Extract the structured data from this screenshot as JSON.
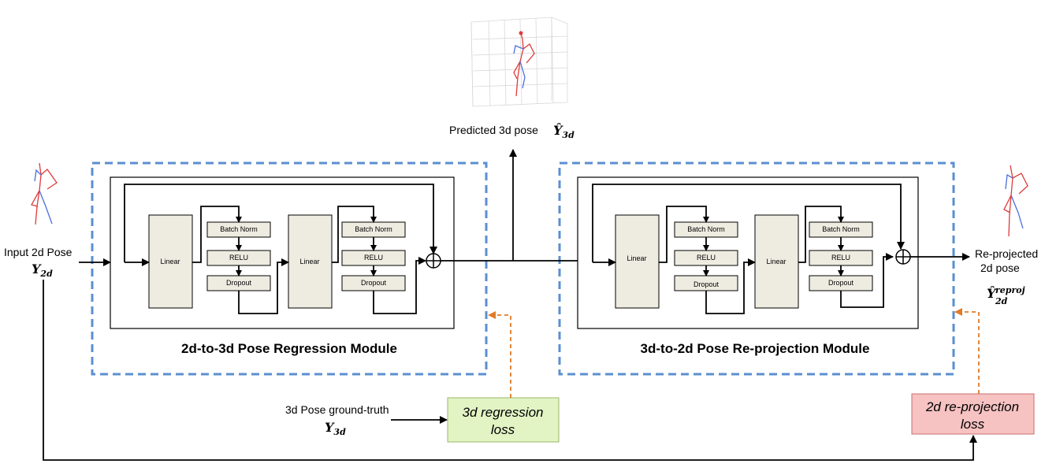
{
  "input": {
    "label": "Input 2d Pose",
    "symbol": "Y",
    "subscript": "2d"
  },
  "predicted": {
    "label": "Predicted 3d pose",
    "symbol": "Ŷ",
    "subscript": "3d"
  },
  "reprojected": {
    "label_line1": "Re-projected",
    "label_line2": "2d pose",
    "symbol": "Ŷ",
    "subscript": "2d",
    "superscript": "reproj"
  },
  "ground_truth": {
    "label": "3d Pose ground-truth",
    "symbol": "Y",
    "subscript": "3d"
  },
  "module1": {
    "title": "2d-to-3d Pose Regression Module",
    "linear_a": "Linear",
    "linear_b": "Linear",
    "block1": {
      "bn": "Batch Norm",
      "relu": "RELU",
      "dropout": "Dropout"
    },
    "block2": {
      "bn": "Batch Norm",
      "relu": "RELU",
      "dropout": "Dropout"
    }
  },
  "module2": {
    "title": "3d-to-2d Pose Re-projection Module",
    "linear_a": "Linear",
    "linear_b": "Linear",
    "block1": {
      "bn": "Batch Norm",
      "relu": "RELU",
      "dropout": "Dropout"
    },
    "block2": {
      "bn": "Batch Norm",
      "relu": "RELU",
      "dropout": "Dropout"
    }
  },
  "loss_regression": {
    "line1": "3d regression",
    "line2": "loss",
    "fill": "#e2f3c4"
  },
  "loss_reprojection": {
    "line1": "2d re-projection",
    "line2": "loss",
    "fill": "#f6c2c2"
  },
  "colors": {
    "module_border": "#5b8fd0",
    "loss_arrow": "#e07b28",
    "skeleton_red": "#e03a3a",
    "skeleton_blue": "#4a6ee0"
  }
}
